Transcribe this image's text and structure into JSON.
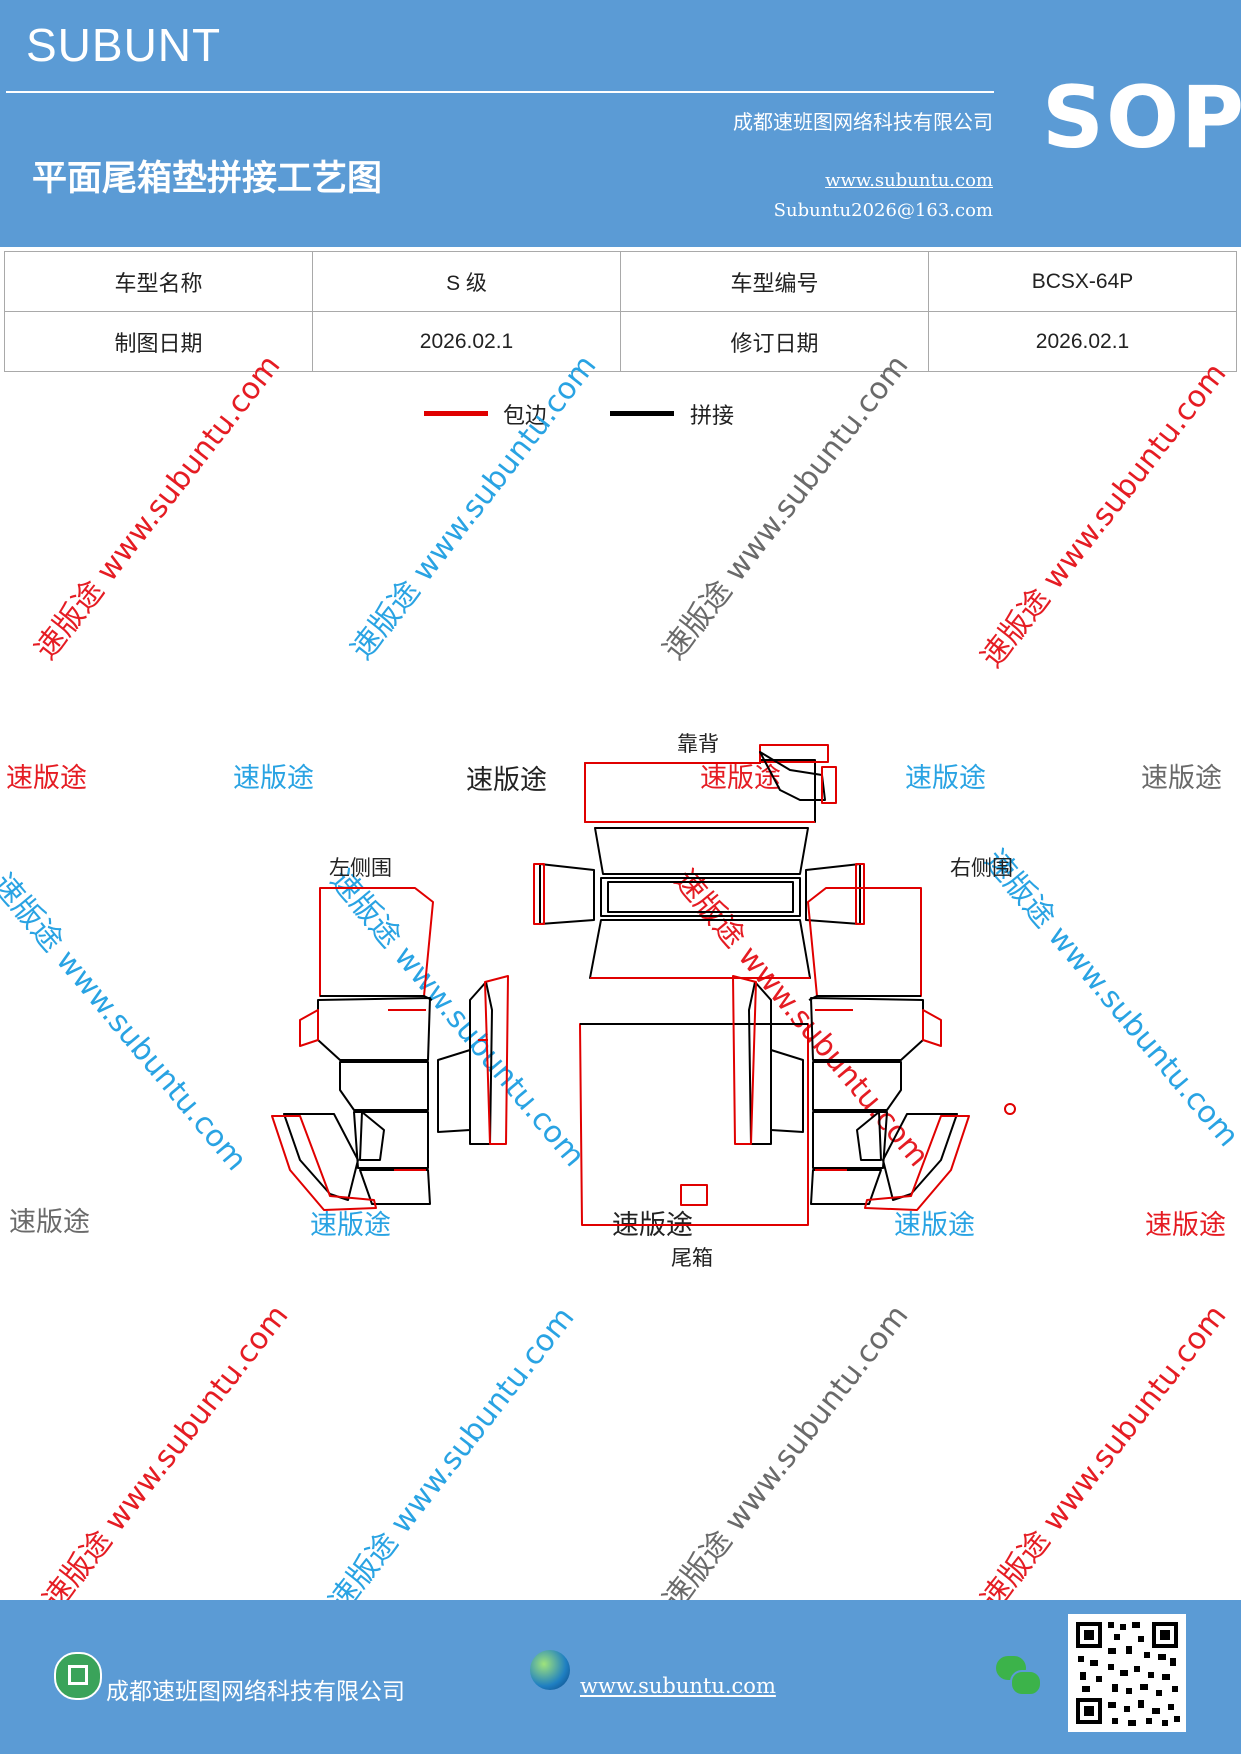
{
  "header": {
    "brand": "SUBUNT",
    "sop": "SOP",
    "company": "成都速班图网络科技有限公司",
    "title": "平面尾箱垫拼接工艺图",
    "website": "www.subuntu.com",
    "email": "Subuntu2026@163.com",
    "bg_color": "#5b9bd5"
  },
  "info_table": {
    "rows": [
      [
        "车型名称",
        "S 级",
        "车型编号",
        "BCSX-64P"
      ],
      [
        "制图日期",
        "2026.02.1",
        "修订日期",
        "2026.02.1"
      ]
    ]
  },
  "legend": {
    "items": [
      {
        "label": "包边",
        "color": "#e00000"
      },
      {
        "label": "拼接",
        "color": "#000000"
      }
    ]
  },
  "diagram": {
    "labels": {
      "back": "靠背",
      "left": "左侧围",
      "right": "右侧围",
      "trunk": "尾箱"
    }
  },
  "watermark": {
    "text": "速版途",
    "url": "www.subuntu.com",
    "colors": [
      "#e51c23",
      "#29a3e3",
      "#6a6a6a"
    ]
  },
  "footer": {
    "company": "成都速班图网络科技有限公司",
    "website": "www.subuntu.com",
    "icons": [
      "company-icon",
      "globe-icon",
      "wechat-icon",
      "qr-code"
    ]
  }
}
